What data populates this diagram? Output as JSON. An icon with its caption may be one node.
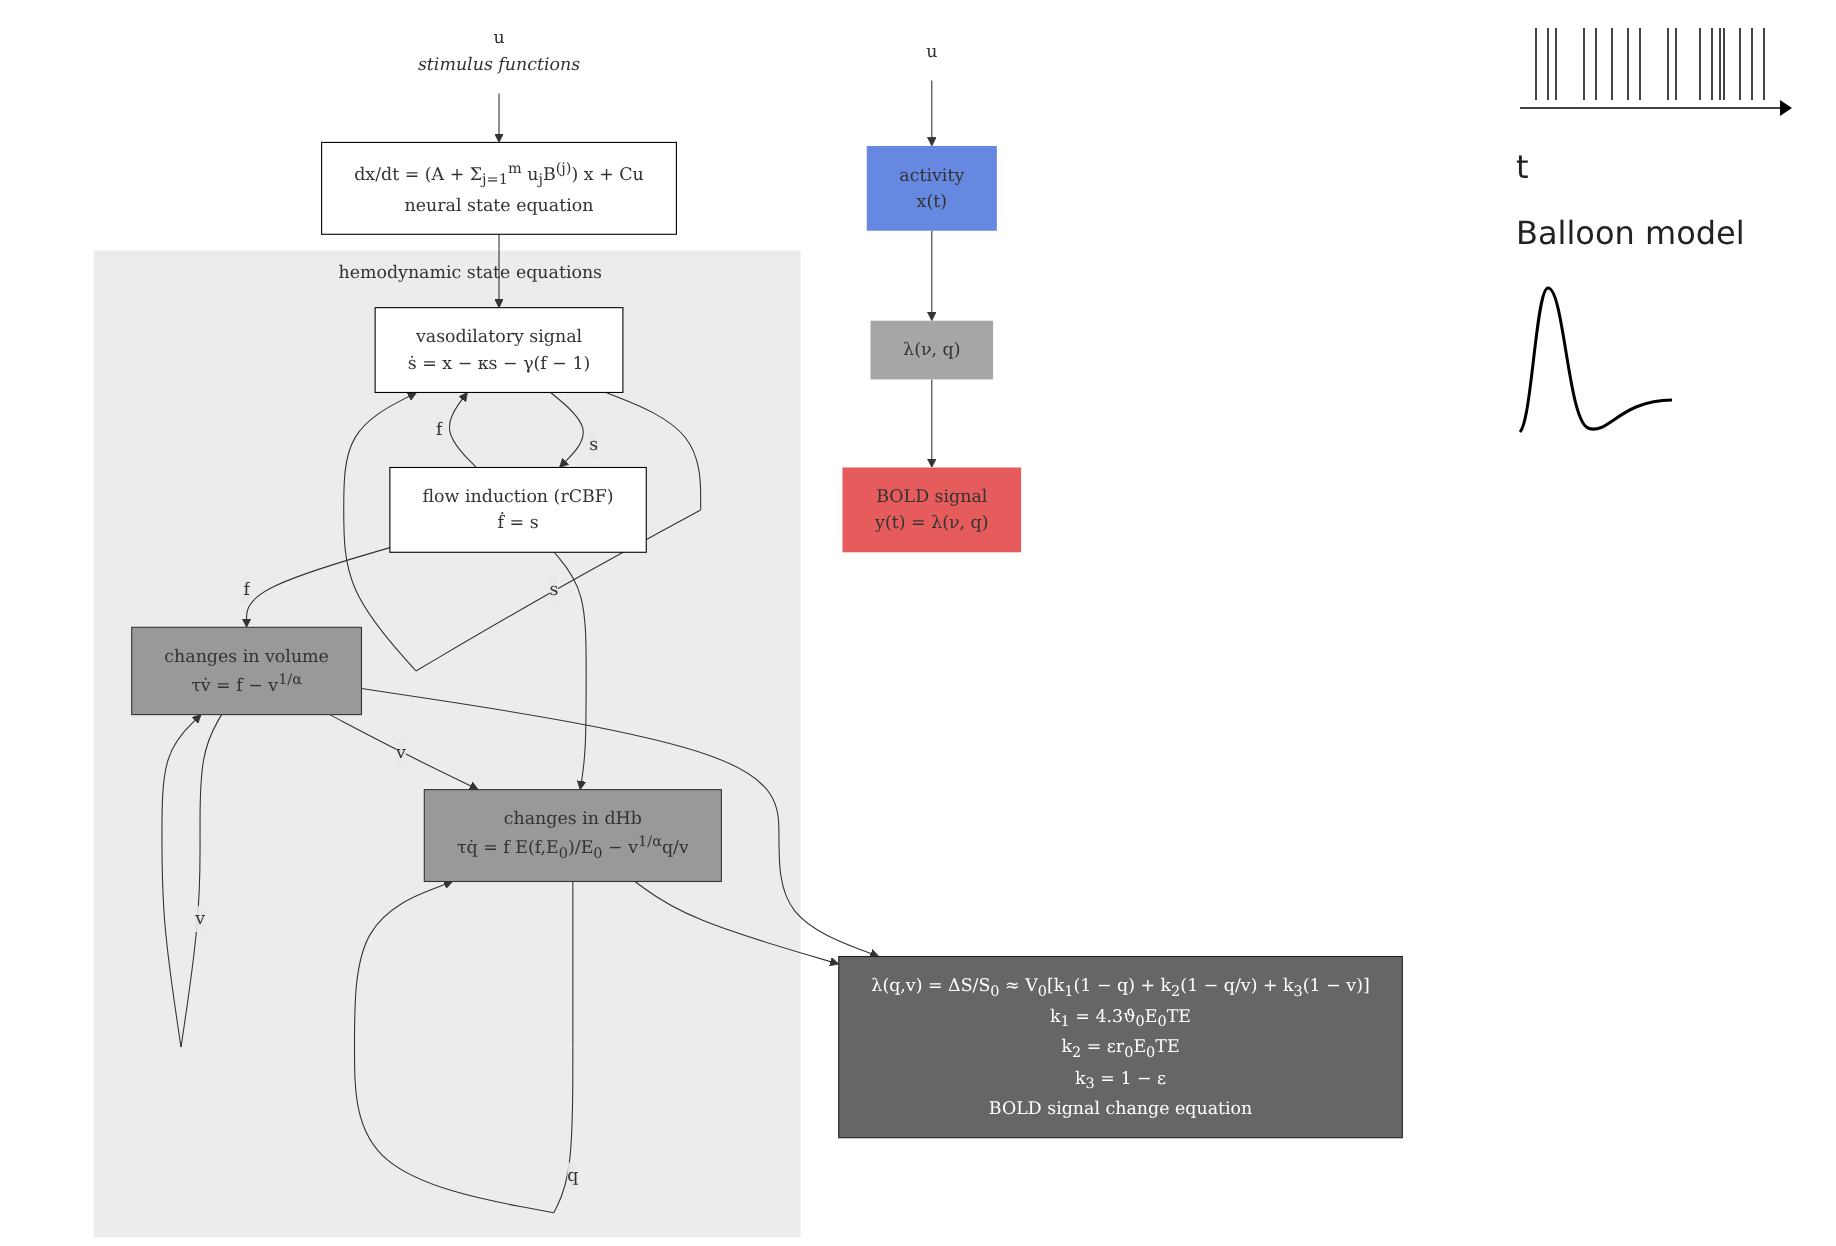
{
  "diagram": {
    "nodes": [
      {
        "text": [
          "u"
        ]
      },
      {
        "text": [
          "activity",
          "x(t)"
        ]
      },
      {
        "text": [
          "λ(ν, q)"
        ]
      },
      {
        "text": [
          "BOLD signal",
          "y(t) = λ(ν, q)"
        ]
      },
      {
        "text": [
          "u"
        ],
        "beside": [
          "stimulus functions"
        ]
      },
      {
        "text": [
          "dx/dt = (A + Σ$_{j=1}$$^{m}$ u$_{j}$B$^{(j)}$) x + Cu",
          "neural state equation"
        ]
      },
      {
        "text": [
          "hemodynamic state equations"
        ]
      },
      {
        "text": [
          "vasodilatory signal",
          "ṡ = x − κs − γ(f − 1)"
        ],
        "in": 6
      },
      {
        "text": [
          "flow induction (rCBF)",
          "ḟ = s"
        ],
        "in": 6
      },
      {
        "text": [
          "changes in volume",
          "τv̇ = f − v$^{1/α}$"
        ],
        "in": 6
      },
      {
        "text": [
          "changes in dHb",
          "τq̇ = f E(f,E$_{0}$)/E$_{0}$ − v$^{1/α}$q/v"
        ],
        "in": 6
      },
      {
        "text": [
          "λ(q,v) = ΔS/S$_{0}$ ≈ V$_{0}$[k$_{1}$(1 − q) + k$_{2}$(1 − q/v) + k$_{3}$(1 − v)]",
          "k$_{1}$ = 4.3ϑ$_{0}$E$_{0}$TE",
          "k$_{2}$ = εr$_{0}$E$_{0}$TE",
          "k$_{3}$ = 1 − ε",
          "BOLD signal change equation"
        ]
      }
    ],
    "edges": [
      {
        "from": 0,
        "to": 1,
        "arrow": "to"
      },
      {
        "from": 1,
        "to": 2,
        "arrow": "to"
      },
      {
        "from": 2,
        "to": 3,
        "arrow": "to"
      },
      {
        "from": 4,
        "to": 5,
        "arrow": "to"
      },
      {
        "from": 5,
        "to": 7,
        "arrow": "to"
      },
      {
        "from": 7,
        "to": 8,
        "arrow": "to",
        "label": "s"
      },
      {
        "from": 7,
        "to": 7,
        "arrow": "to",
        "label": "s"
      },
      {
        "from": 8,
        "to": 7,
        "arrow": "to",
        "label": "f"
      },
      {
        "from": 8,
        "to": 9,
        "arrow": "to",
        "label": "f"
      },
      {
        "from": 8,
        "to": 10,
        "arrow": "to"
      },
      {
        "from": 9,
        "to": 10,
        "arrow": "to",
        "label": "v"
      },
      {
        "from": 9,
        "to": 9,
        "arrow": "to",
        "label": "v"
      },
      {
        "from": 10,
        "to": 10,
        "arrow": "to",
        "label": "q"
      },
      {
        "from": 9,
        "to": 11,
        "arrow": "to"
      },
      {
        "from": 10,
        "to": 11,
        "arrow": "to"
      }
    ],
    "labels": [
      "t",
      "Balloon model"
    ]
  }
}
